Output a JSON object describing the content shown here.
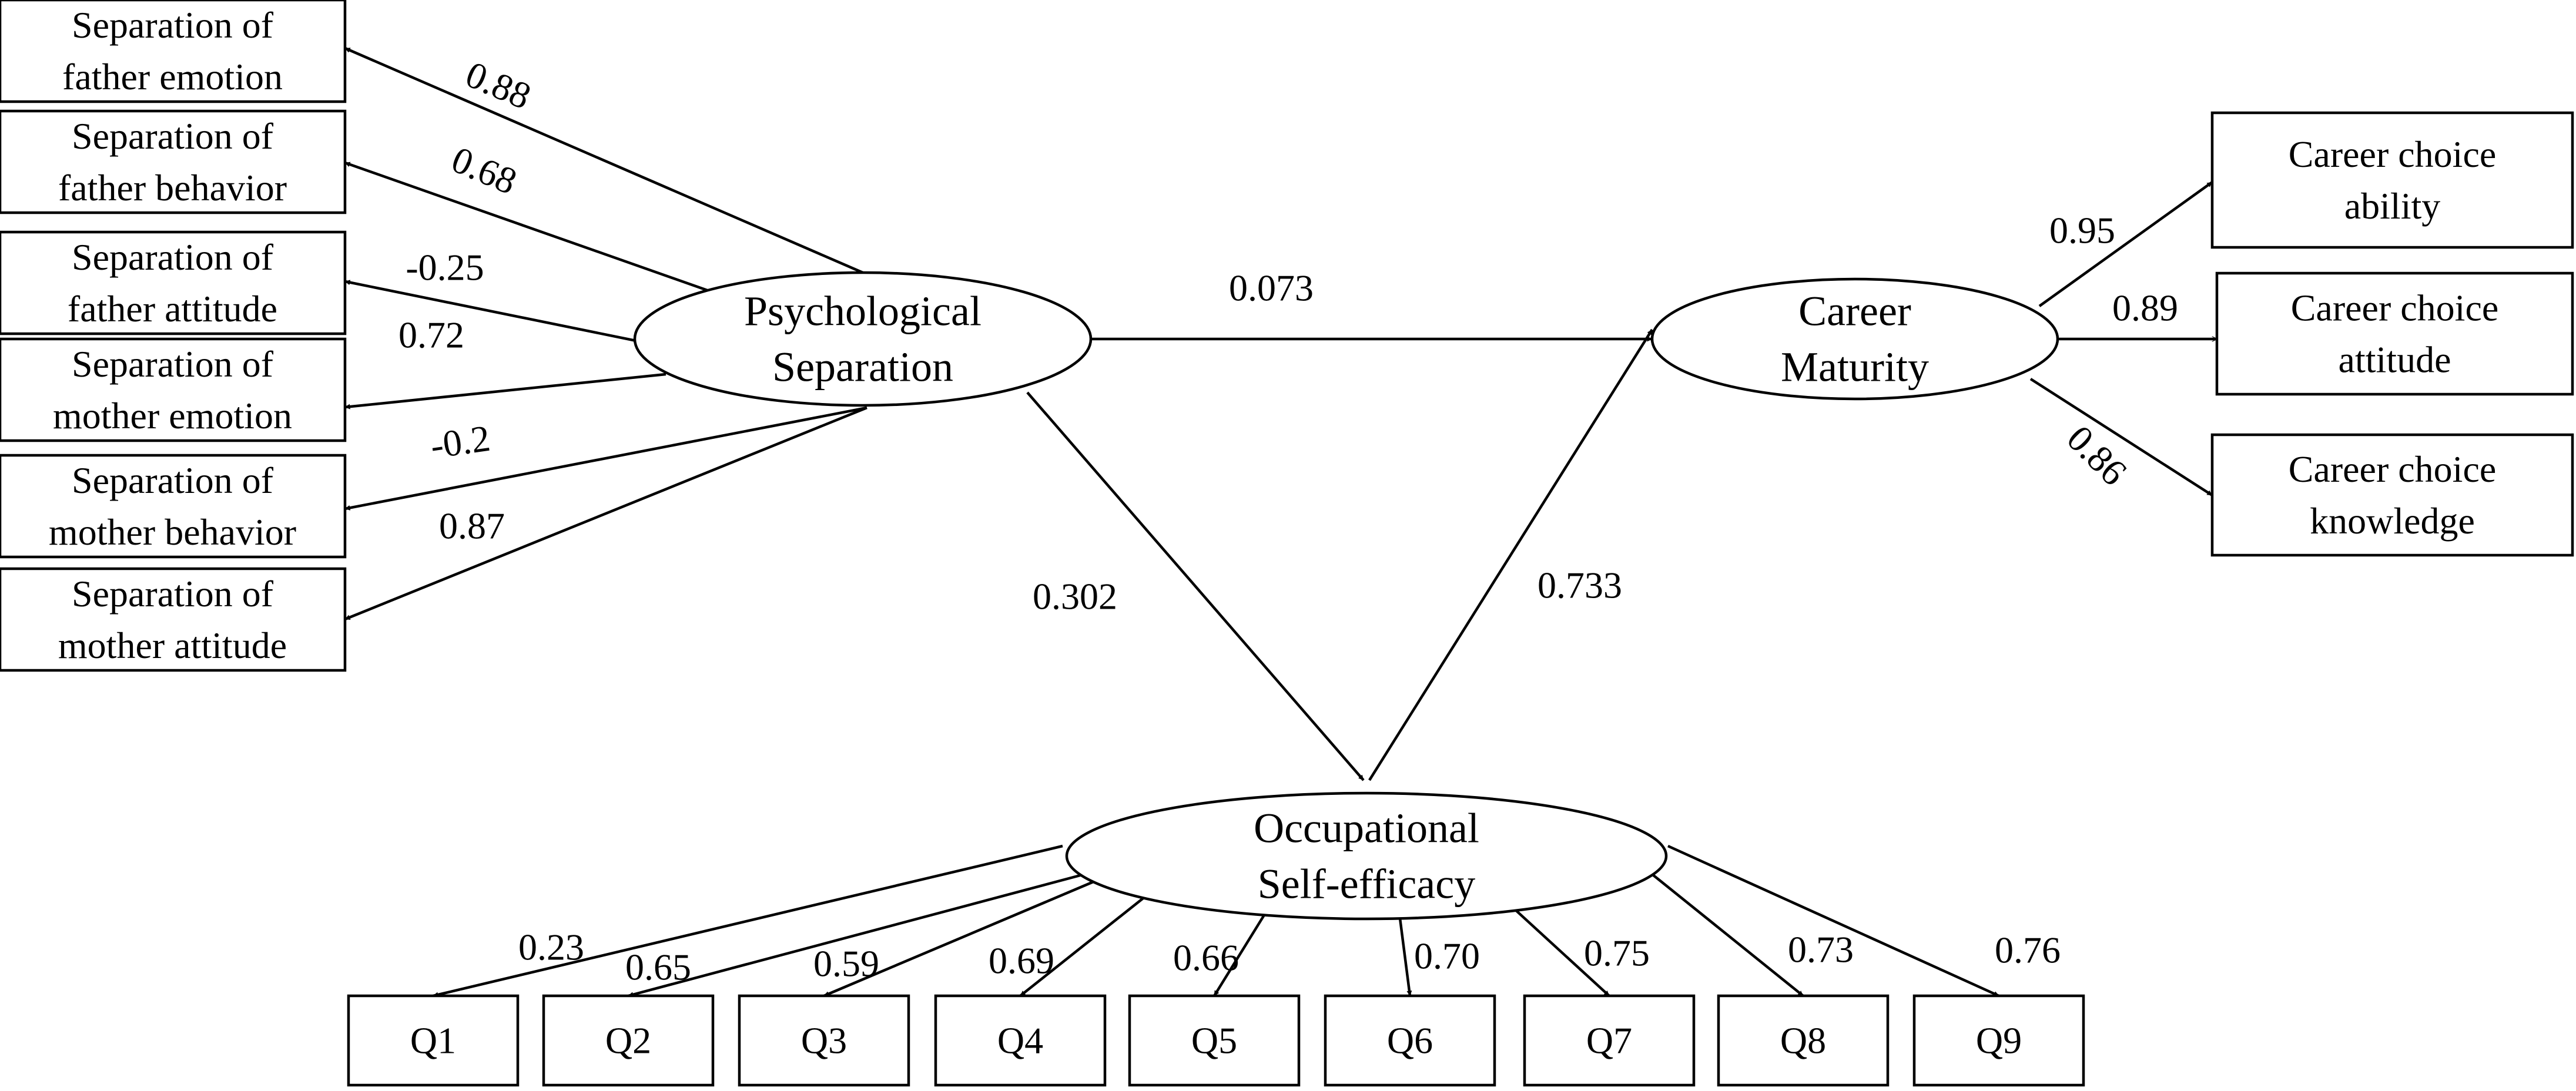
{
  "diagram": {
    "latents": {
      "psych": [
        "Psychological",
        "Separation"
      ],
      "career": [
        "Career",
        "Maturity"
      ],
      "ose": [
        "Occupational",
        "Self-efficacy"
      ]
    },
    "left_indicators": [
      [
        "Separation of",
        "father emotion"
      ],
      [
        "Separation of",
        "father behavior"
      ],
      [
        "Separation of",
        "father attitude"
      ],
      [
        "Separation of",
        "mother emotion"
      ],
      [
        "Separation of",
        "mother behavior"
      ],
      [
        "Separation of",
        "mother attitude"
      ]
    ],
    "left_loadings": [
      "0.88",
      "0.68",
      "-0.25",
      "0.72",
      "-0.2",
      "0.87"
    ],
    "right_indicators": [
      [
        "Career choice",
        "ability"
      ],
      [
        "Career choice",
        "attitude"
      ],
      [
        "Career choice",
        "knowledge"
      ]
    ],
    "right_loadings": [
      "0.95",
      "0.89",
      "0.86"
    ],
    "bottom_indicators": [
      "Q1",
      "Q2",
      "Q3",
      "Q4",
      "Q5",
      "Q6",
      "Q7",
      "Q8",
      "Q9"
    ],
    "bottom_loadings": [
      "0.23",
      "0.65",
      "0.59",
      "0.69",
      "0.66",
      "0.70",
      "0.75",
      "0.73",
      "0.76"
    ],
    "paths": {
      "psych_to_career": "0.073",
      "psych_to_ose": "0.302",
      "ose_to_career": "0.733"
    }
  }
}
